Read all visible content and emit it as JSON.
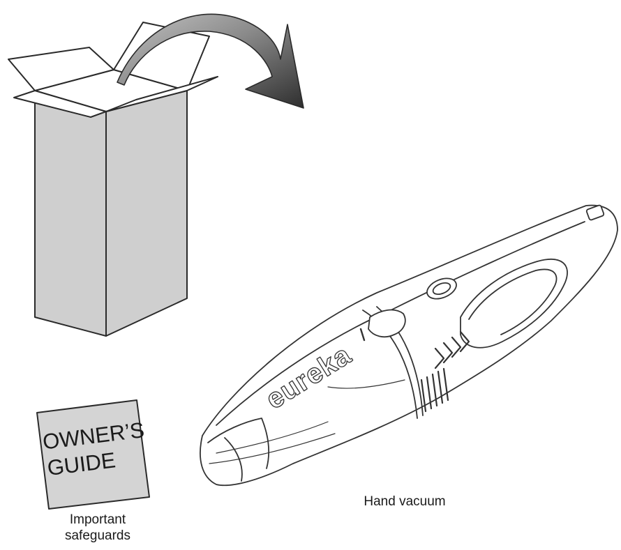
{
  "owners_guide": {
    "line1": "OWNER’S",
    "line2": "GUIDE"
  },
  "captions": {
    "guide": [
      "Important",
      "safeguards"
    ],
    "vacuum": "Hand vacuum"
  },
  "vacuum_brand": "eureka",
  "colors": {
    "box_fill": "#cfcfcf",
    "guide_fill": "#d4d4d4",
    "outline": "#2a2a2a",
    "arrow_dark": "#3a3a3a",
    "arrow_light": "#bdbdbd"
  },
  "icons": [
    "box-icon",
    "arrow-icon",
    "owners-guide-booklet",
    "hand-vacuum-icon"
  ]
}
